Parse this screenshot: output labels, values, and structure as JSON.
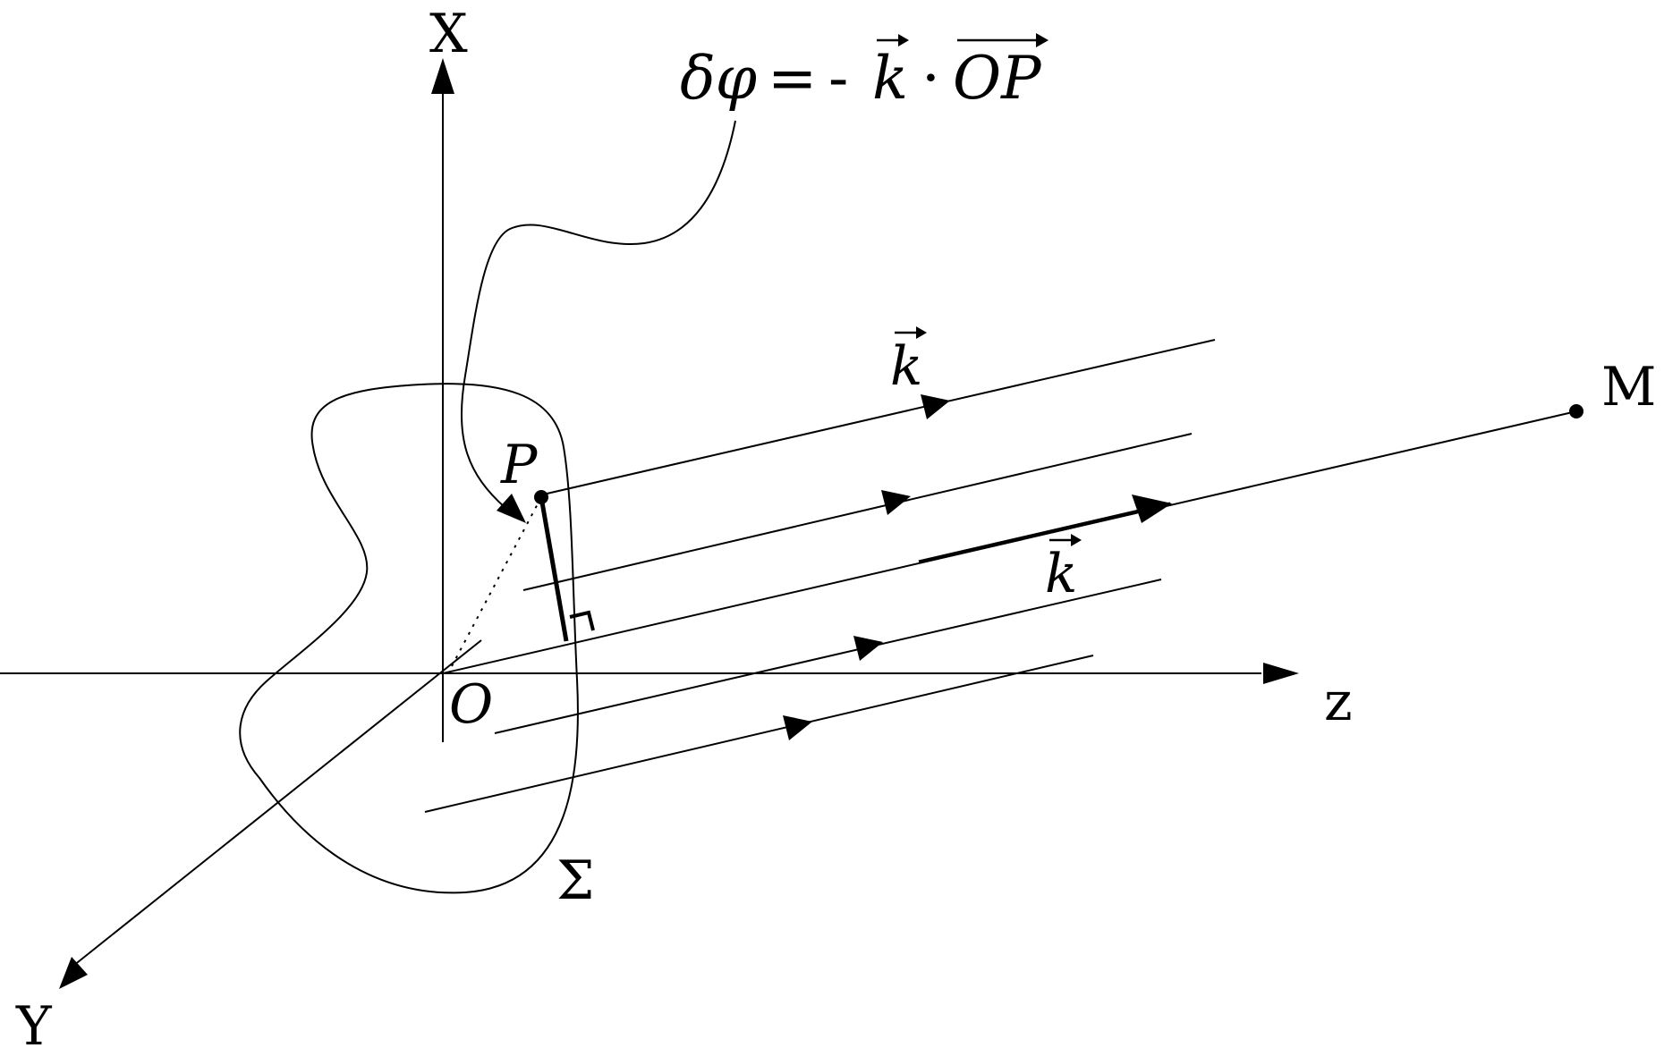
{
  "colors": {
    "ink": "#000000",
    "background": "#ffffff"
  },
  "axes": {
    "x_label": "X",
    "y_label": "Y",
    "z_label": "z",
    "origin_label": "O"
  },
  "points": {
    "p_label": "P",
    "m_label": "M"
  },
  "surface": {
    "label": "Σ"
  },
  "vectors": {
    "k_upper_label": "k",
    "k_lower_label": "k"
  },
  "formula": {
    "lhs": "δφ",
    "equals": "=",
    "minus": "-",
    "k": "k",
    "dot": "·",
    "op": "OP"
  }
}
